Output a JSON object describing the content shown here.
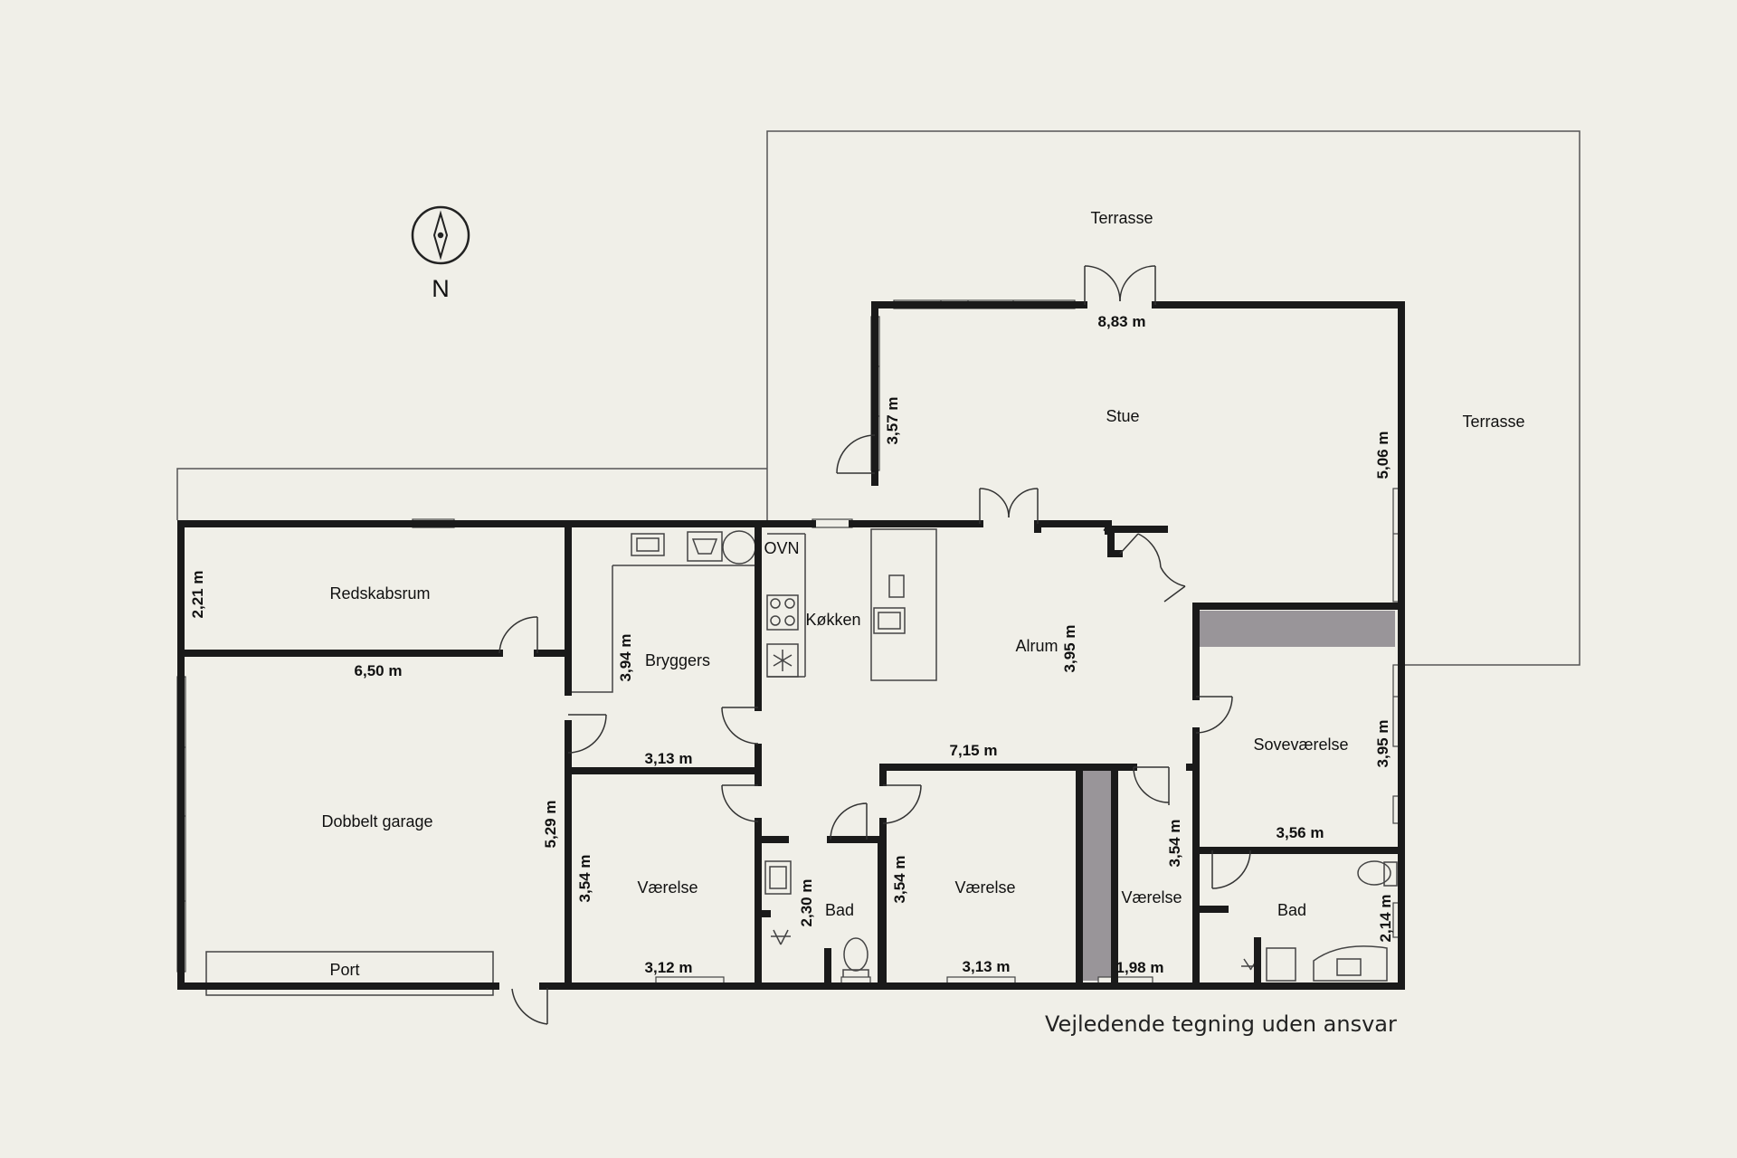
{
  "compass": {
    "north_label": "N",
    "icon": "compass-icon"
  },
  "rooms": {
    "terrasse_top": "Terrasse",
    "terrasse_right": "Terrasse",
    "stue": "Stue",
    "redskabsrum": "Redskabsrum",
    "bryggers": "Bryggers",
    "ovn": "OVN",
    "koekken": "Køkken",
    "alrum": "Alrum",
    "sovevaerelse": "Soveværelse",
    "dobbelt_garage": "Dobbelt garage",
    "port": "Port",
    "vaerelse_1": "Værelse",
    "bad_1": "Bad",
    "vaerelse_2": "Værelse",
    "vaerelse_3": "Værelse",
    "bad_2": "Bad"
  },
  "dimensions": {
    "stue_width": "8,83 m",
    "stue_depth": "3,57 m",
    "stue_height_right": "5,06 m",
    "redskabsrum_depth": "2,21 m",
    "garage_width": "6,50 m",
    "bryggers_depth": "3,94 m",
    "bryggers_width": "3,13 m",
    "alrum_depth": "3,95 m",
    "alrum_width": "7,15 m",
    "sovevaerelse_depth": "3,95 m",
    "sovevaerelse_width": "3,56 m",
    "garage_depth": "5,29 m",
    "vaerelse_1_depth": "3,54 m",
    "vaerelse_1_width": "3,12 m",
    "bad_1_depth": "2,30 m",
    "vaerelse_2_depth": "3,54 m",
    "vaerelse_2_width": "3,13 m",
    "vaerelse_3_depth": "3,54 m",
    "vaerelse_3_width": "1,98 m",
    "bad_2_depth": "2,14 m"
  },
  "footer": {
    "disclaimer": "Vejledende tegning uden ansvar"
  },
  "colors": {
    "background": "#f0efe8",
    "wall": "#1a1a1a",
    "closet": "#999599",
    "line": "#333333"
  }
}
